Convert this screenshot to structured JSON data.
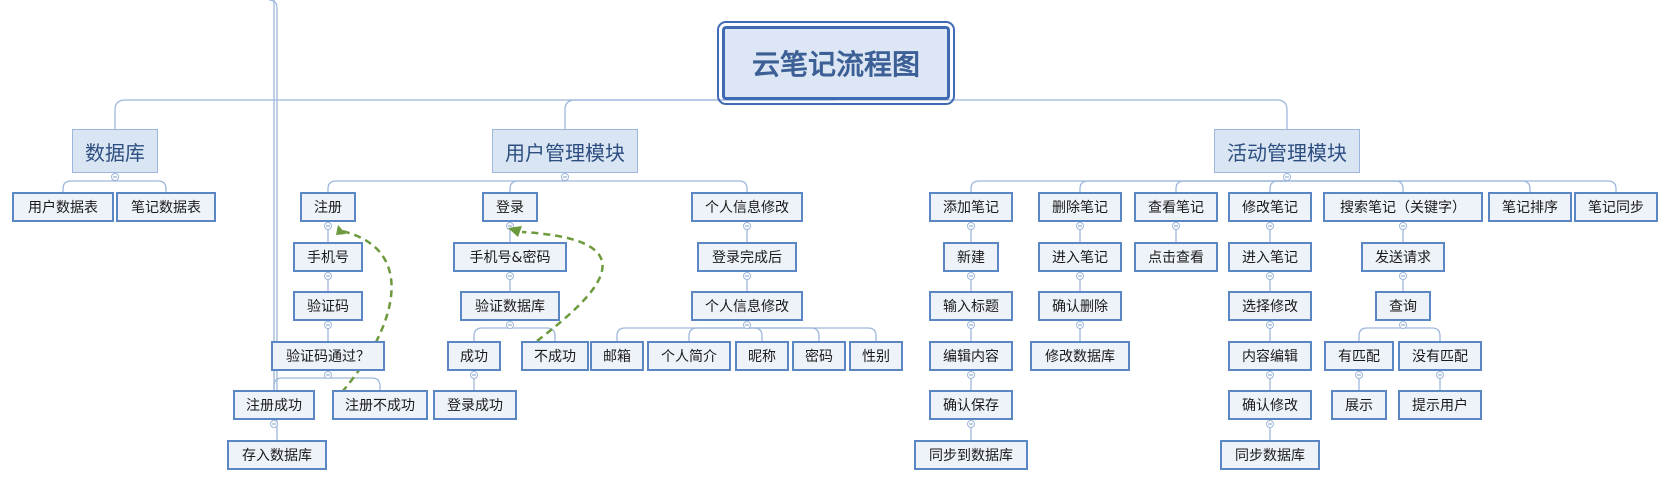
{
  "root": {
    "label": "云笔记流程图"
  },
  "branches": {
    "db": {
      "label": "数据库",
      "items": [
        "用户数据表",
        "笔记数据表"
      ]
    },
    "user": {
      "label": "用户管理模块",
      "register": {
        "label": "注册",
        "steps": [
          "手机号",
          "验证码",
          "验证码通过？"
        ],
        "success": "注册成功",
        "fail": "注册不成功",
        "save": "存入数据库"
      },
      "login": {
        "label": "登录",
        "steps": [
          "手机号&密码",
          "验证数据库"
        ],
        "success": "成功",
        "fail": "不成功",
        "done": "登录成功"
      },
      "profile": {
        "label": "个人信息修改",
        "steps": [
          "登录完成后",
          "个人信息修改"
        ],
        "fields": [
          "邮箱",
          "个人简介",
          "昵称",
          "密码",
          "性别"
        ]
      }
    },
    "activity": {
      "label": "活动管理模块",
      "add": {
        "label": "添加笔记",
        "steps": [
          "新建",
          "输入标题",
          "编辑内容",
          "确认保存",
          "同步到数据库"
        ]
      },
      "delete": {
        "label": "删除笔记",
        "steps": [
          "进入笔记",
          "确认删除",
          "修改数据库"
        ]
      },
      "view": {
        "label": "查看笔记",
        "steps": [
          "点击查看"
        ]
      },
      "edit": {
        "label": "修改笔记",
        "steps": [
          "进入笔记",
          "选择修改",
          "内容编辑",
          "确认修改",
          "同步数据库"
        ]
      },
      "search": {
        "label": "搜索笔记（关键字）",
        "steps": [
          "发送请求",
          "查询"
        ],
        "match": "有匹配",
        "match_result": "展示",
        "nomatch": "没有匹配",
        "nomatch_result": "提示用户"
      },
      "sort": {
        "label": "笔记排序"
      },
      "sync": {
        "label": "笔记同步"
      }
    }
  }
}
